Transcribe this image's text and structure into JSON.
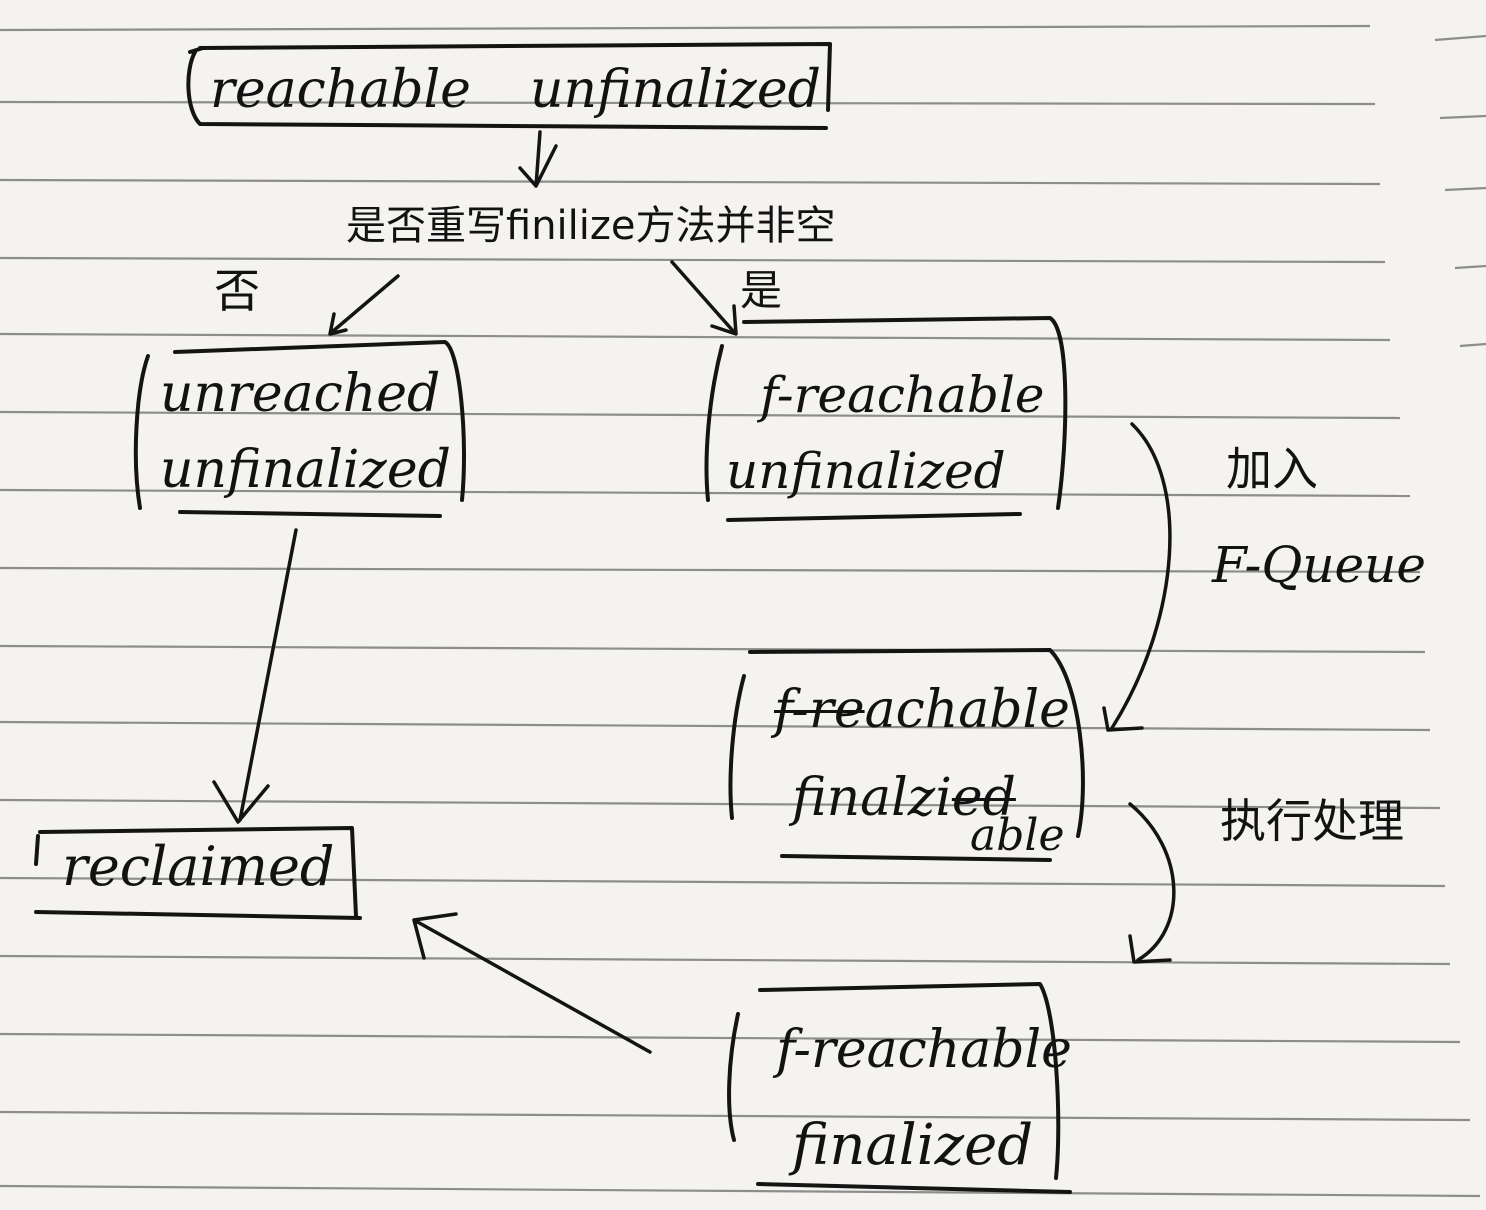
{
  "nodes": {
    "start": {
      "line1": "reachable",
      "line2": "unfinalized"
    },
    "question": {
      "text": "是否重写finilize方法并非空"
    },
    "no_branch": {
      "label": "否"
    },
    "yes_branch": {
      "label": "是"
    },
    "unreached": {
      "line1": "unreached",
      "line2": "unfinalized"
    },
    "f_reachable_unfinalized": {
      "line1": "f-reachable",
      "line2": "unfinalized"
    },
    "queue_note": {
      "line1": "加入",
      "line2": "F-Queue"
    },
    "finalizable": {
      "struck": "f-re",
      "line1": "achable",
      "line2": "finalzi",
      "struck2": "ed",
      "suffix": "able"
    },
    "exec_note": {
      "text": "执行处理"
    },
    "f_reachable_finalized": {
      "line1": "f-reachable",
      "line2": "finalized"
    },
    "reclaimed": {
      "text": "reclaimed"
    }
  }
}
